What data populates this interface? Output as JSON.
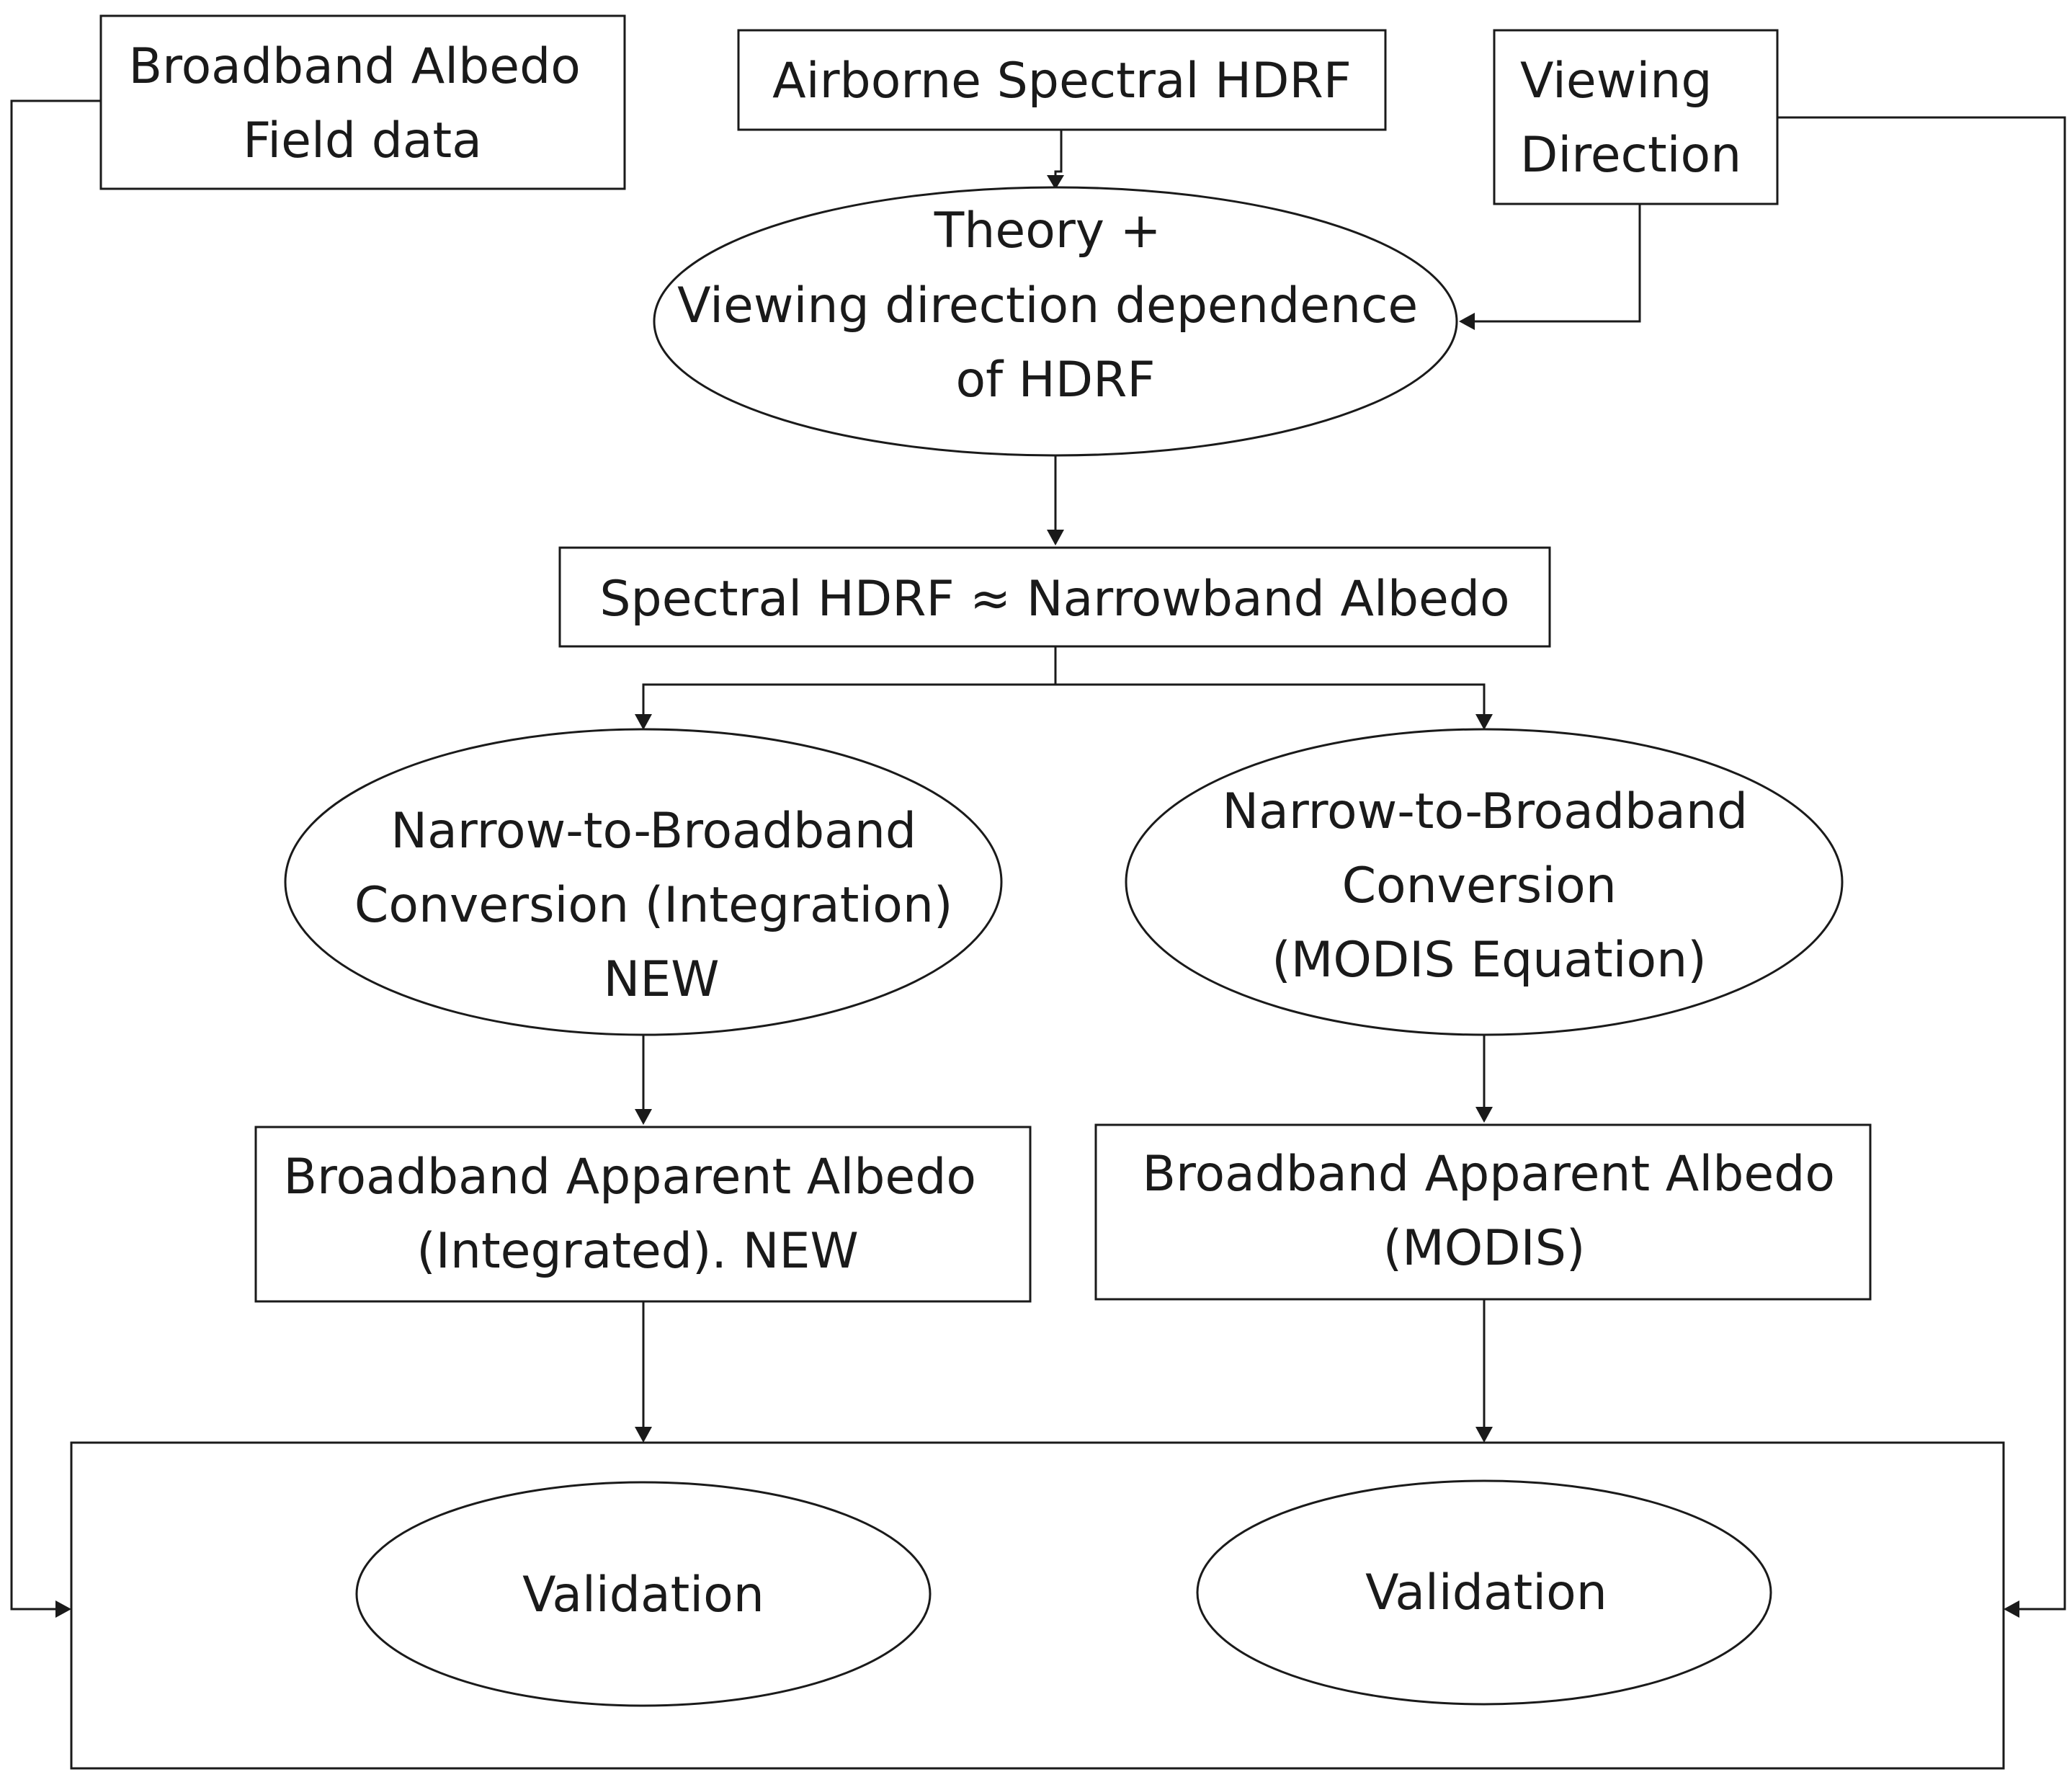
{
  "nodes": {
    "field_data": {
      "lines": [
        "Broadband Albedo",
        "Field data"
      ]
    },
    "airborne": {
      "lines": [
        "Airborne Spectral HDRF"
      ]
    },
    "viewing_direction": {
      "lines": [
        "Viewing",
        "Direction"
      ]
    },
    "theory": {
      "lines": [
        "Theory +",
        "Viewing direction dependence",
        "of HDRF"
      ]
    },
    "spectral": {
      "lines": [
        "Spectral HDRF ≈ Narrowband Albedo"
      ]
    },
    "conv_integration": {
      "lines": [
        "Narrow-to-Broadband",
        "Conversion (Integration)",
        "NEW"
      ]
    },
    "conv_modis": {
      "lines": [
        "Narrow-to-Broadband",
        "Conversion",
        "(MODIS Equation)"
      ]
    },
    "apparent_integrated": {
      "lines": [
        "Broadband Apparent Albedo",
        "(Integrated). NEW"
      ]
    },
    "apparent_modis": {
      "lines": [
        "Broadband Apparent Albedo",
        "(MODIS)"
      ]
    },
    "validation_left": {
      "lines": [
        "Validation"
      ]
    },
    "validation_right": {
      "lines": [
        "Validation"
      ]
    }
  },
  "edges": [
    {
      "from": "airborne",
      "to": "theory"
    },
    {
      "from": "viewing_direction",
      "to": "theory"
    },
    {
      "from": "theory",
      "to": "spectral"
    },
    {
      "from": "spectral",
      "to": "conv_integration"
    },
    {
      "from": "spectral",
      "to": "conv_modis"
    },
    {
      "from": "conv_integration",
      "to": "apparent_integrated"
    },
    {
      "from": "conv_modis",
      "to": "apparent_modis"
    },
    {
      "from": "apparent_integrated",
      "to": "validation_container"
    },
    {
      "from": "apparent_modis",
      "to": "validation_container"
    },
    {
      "from": "field_data",
      "to": "validation_container"
    },
    {
      "from": "viewing_direction",
      "to": "validation_container"
    }
  ],
  "colors": {
    "line": "#1a1a1a",
    "fill": "#ffffff",
    "text": "#1a1a1a"
  }
}
